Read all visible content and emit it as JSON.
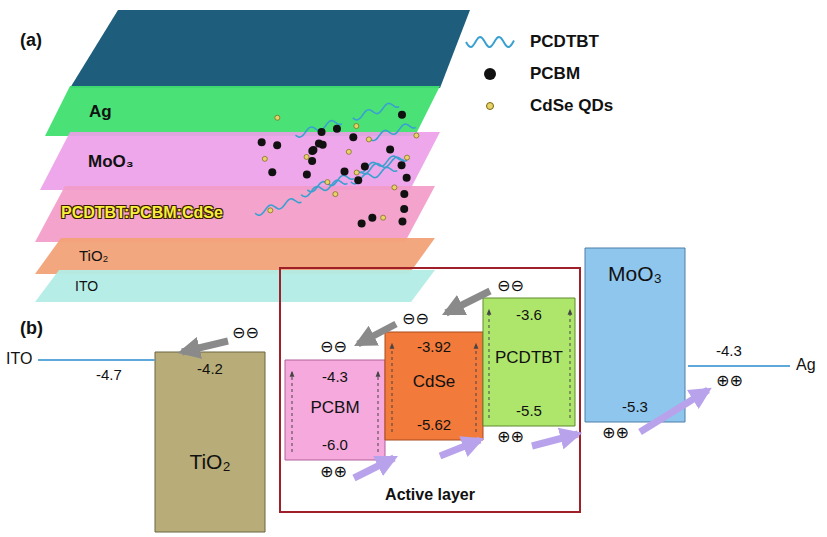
{
  "diagram": {
    "nodes": [
      {
        "text": [
          "Ag"
        ]
      },
      {
        "text": [
          "MoO₃"
        ]
      },
      {
        "text": [
          "PCDTBT:PCBM:CdSe"
        ]
      },
      {
        "text": [
          "TiO₂"
        ]
      },
      {
        "text": [
          "ITO"
        ]
      },
      {
        "text": [
          "-4.2",
          "TiO₂"
        ]
      },
      {
        "text": [
          "Active layer"
        ]
      },
      {
        "text": [
          "-4.3",
          "PCBM",
          "-6.0"
        ],
        "in": 6
      },
      {
        "text": [
          "-3.92",
          "CdSe",
          "-5.62"
        ],
        "in": 6
      },
      {
        "text": [
          "-3.6",
          "PCDTBT",
          "-5.5"
        ],
        "in": 6
      },
      {
        "text": [
          "MoO₃",
          "-5.3"
        ]
      }
    ],
    "labels": [
      "(a)",
      "(b)",
      "ITO",
      "-4.7",
      "⊖⊖",
      "⊖⊖",
      "⊖⊖",
      "⊖⊖",
      "⊕⊕",
      "⊕⊕",
      "⊕⊕",
      "⊕⊕",
      "-4.3",
      "Ag"
    ],
    "legend": [
      {
        "text": "PCDTBT"
      },
      {
        "text": "PCBM",
        "color": "#111111"
      },
      {
        "text": "CdSe QDs",
        "color": "#e6d36a"
      }
    ]
  }
}
